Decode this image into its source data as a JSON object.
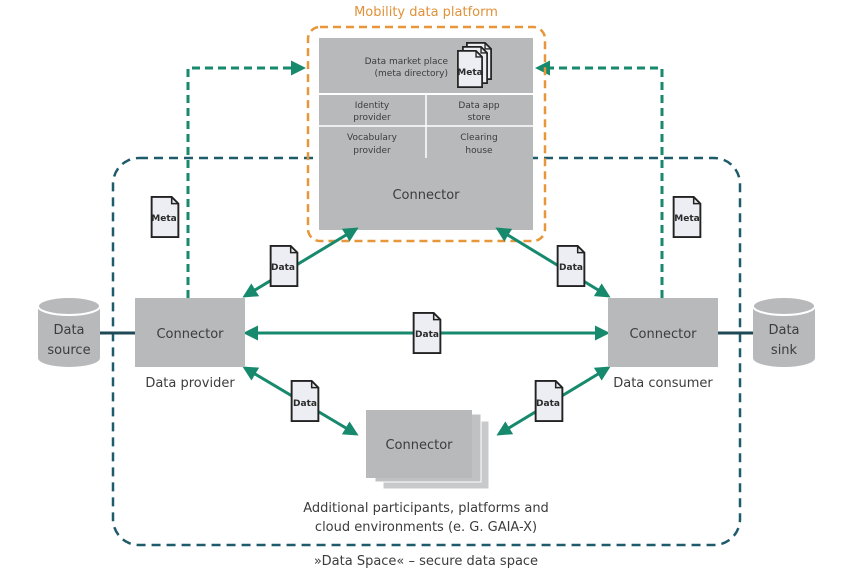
{
  "colors": {
    "platform_border": "#e8963a",
    "platform_title": "#e0923a",
    "data_space_border": "#1f5c6b",
    "green_flow": "#17896d",
    "connector_fill": "#b8b9bb",
    "doc_fill": "#eceef3",
    "link_line": "#1f4a55"
  },
  "platform": {
    "title": "Mobility data platform",
    "marketplace": {
      "line1": "Data market place",
      "line2": "(meta directory)",
      "doc_label": "Meta"
    },
    "cells": [
      {
        "line1": "Identity",
        "line2": "provider"
      },
      {
        "line1": "Data app",
        "line2": "store"
      },
      {
        "line1": "Vocabulary",
        "line2": "provider"
      },
      {
        "line1": "Clearing",
        "line2": "house"
      }
    ],
    "connector_label": "Connector"
  },
  "provider": {
    "connector_label": "Connector",
    "caption": "Data provider",
    "db": {
      "line1": "Data",
      "line2": "source"
    },
    "meta_doc": "Meta"
  },
  "consumer": {
    "connector_label": "Connector",
    "caption": "Data consumer",
    "db": {
      "line1": "Data",
      "line2": "sink"
    },
    "meta_doc": "Meta"
  },
  "additional": {
    "connector_label": "Connector",
    "caption_line1": "Additional participants, platforms and",
    "caption_line2": "cloud environments (e. G. GAIA-X)"
  },
  "flow_docs": {
    "provider_platform": "Data",
    "consumer_platform": "Data",
    "provider_consumer": "Data",
    "provider_additional": "Data",
    "consumer_additional": "Data"
  },
  "data_space_caption": "»Data Space« – secure data space"
}
